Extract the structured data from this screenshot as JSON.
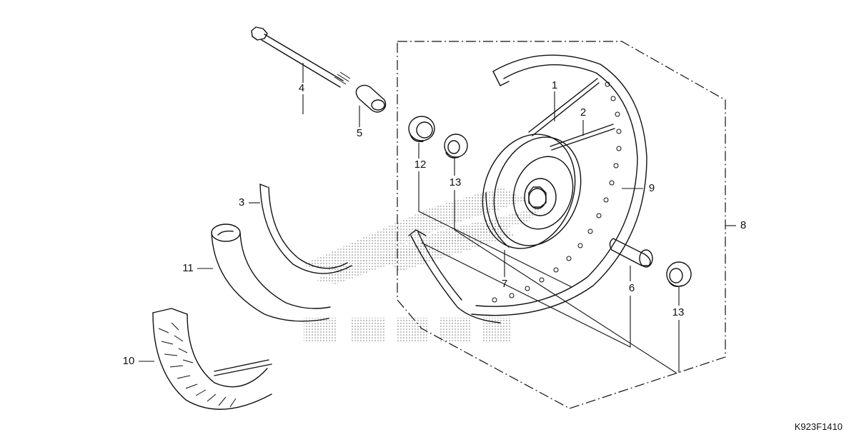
{
  "callouts": {
    "c1": "1",
    "c2": "2",
    "c3": "3",
    "c4": "4",
    "c5": "5",
    "c6": "6",
    "c7": "7",
    "c8": "8",
    "c9": "9",
    "c10": "10",
    "c11": "11",
    "c12": "12",
    "c13a": "13",
    "c13b": "13"
  },
  "diagram_code": "K923F1410",
  "watermark_brand": "HONDA"
}
